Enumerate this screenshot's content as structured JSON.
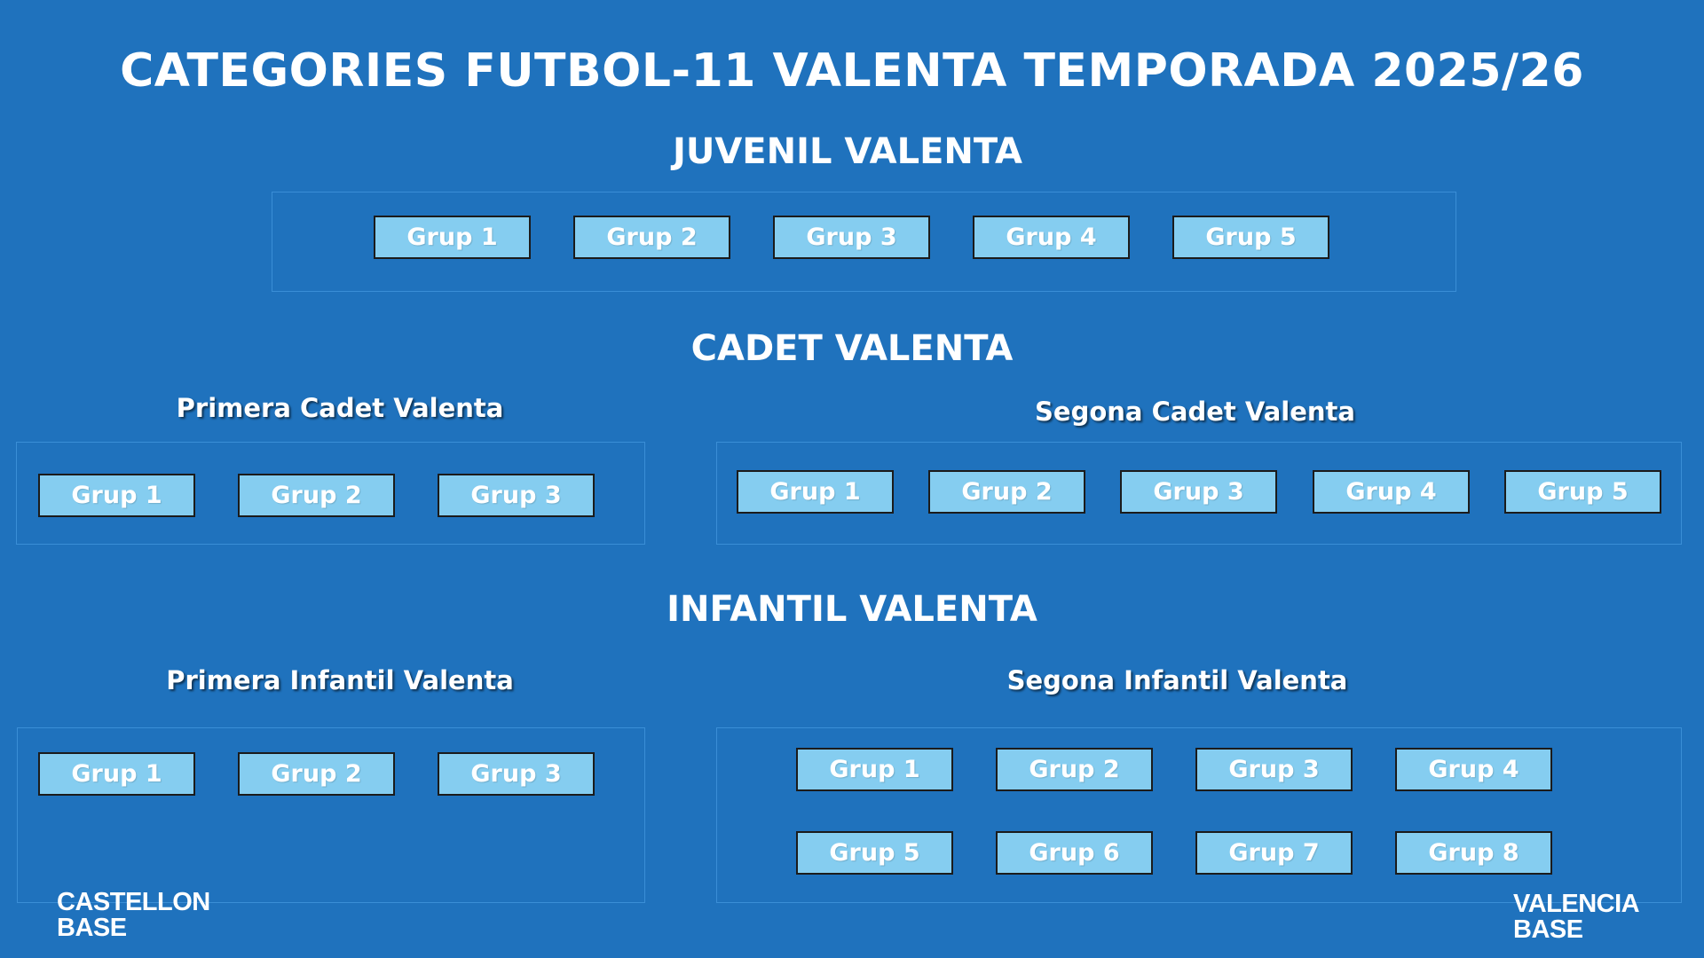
{
  "title": "CATEGORIES FUTBOL-11 VALENTA TEMPORADA  2025/26",
  "juvenil": {
    "title": "JUVENIL VALENTA",
    "groups": [
      "Grup 1",
      "Grup 2",
      "Grup 3",
      "Grup 4",
      "Grup 5"
    ]
  },
  "cadet": {
    "title": "CADET VALENTA",
    "primera": {
      "title": "Primera Cadet Valenta",
      "groups": [
        "Grup 1",
        "Grup 2",
        "Grup 3"
      ]
    },
    "segona": {
      "title": "Segona Cadet Valenta",
      "groups": [
        "Grup 1",
        "Grup 2",
        "Grup 3",
        "Grup 4",
        "Grup 5"
      ]
    }
  },
  "infantil": {
    "title": "INFANTIL VALENTA",
    "primera": {
      "title": "Primera Infantil Valenta",
      "groups": [
        "Grup 1",
        "Grup 2",
        "Grup 3"
      ]
    },
    "segona": {
      "title": "Segona Infantil Valenta",
      "groups": [
        "Grup 1",
        "Grup 2",
        "Grup 3",
        "Grup 4",
        "Grup 5",
        "Grup 6",
        "Grup 7",
        "Grup 8"
      ]
    }
  },
  "logos": {
    "left": {
      "line1": "CASTELLON",
      "line2": "BASE"
    },
    "right": {
      "line1": "VALENCIA",
      "line2": "BASE"
    }
  },
  "colors": {
    "background": "#1f72bd",
    "button": "#85cdf0",
    "button_border": "#1b1b1b",
    "panel_border": "#3a8ed6",
    "text": "#ffffff"
  }
}
